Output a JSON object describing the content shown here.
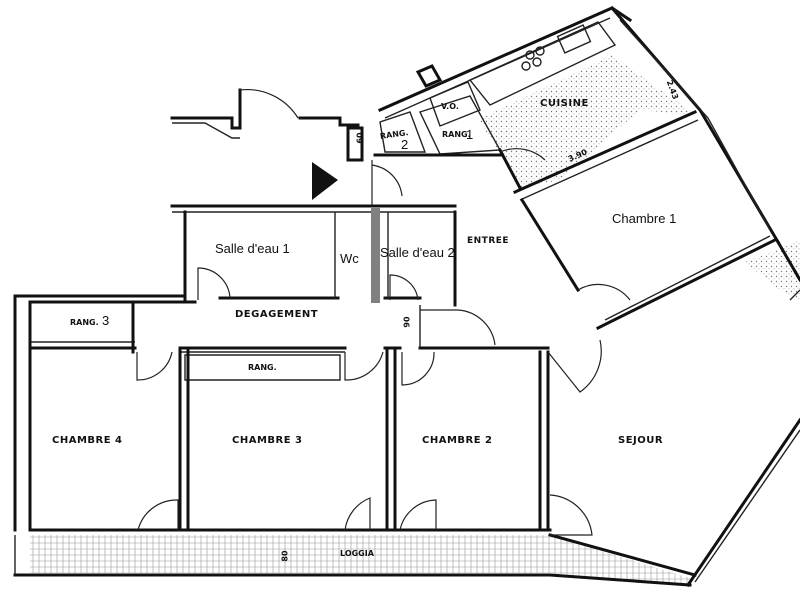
{
  "rooms": {
    "cuisine": "CUISINE",
    "chambre1": "Chambre 1",
    "salle_eau_1": "Salle d'eau 1",
    "wc": "Wc",
    "salle_eau_2": "Salle d'eau 2",
    "entree": "ENTREE",
    "degagement": "DEGAGEMENT",
    "chambre4": "CHAMBRE 4",
    "chambre3": "CHAMBRE 3",
    "chambre2": "CHAMBRE 2",
    "sejour": "SEJOUR",
    "loggia": "LOGGIA"
  },
  "storage": {
    "rang_2_label": "RANG.",
    "rang_2_num": "2",
    "rang_1_label": "RANG.",
    "rang_1_num": "1",
    "rang_3_label": "RANG.",
    "rang_3_num": "3",
    "rang_corridor": "RANG.",
    "vo": "V.O."
  },
  "dimensions": {
    "d60_entry": "60",
    "d90_corridor": "90",
    "d390_kitchen": "3.90",
    "d243_kitchen": "2.43",
    "d80_loggia": "80"
  },
  "colors": {
    "walls": "#111111",
    "hatch": "#8a8a8a",
    "wc_bar": "#808080"
  }
}
